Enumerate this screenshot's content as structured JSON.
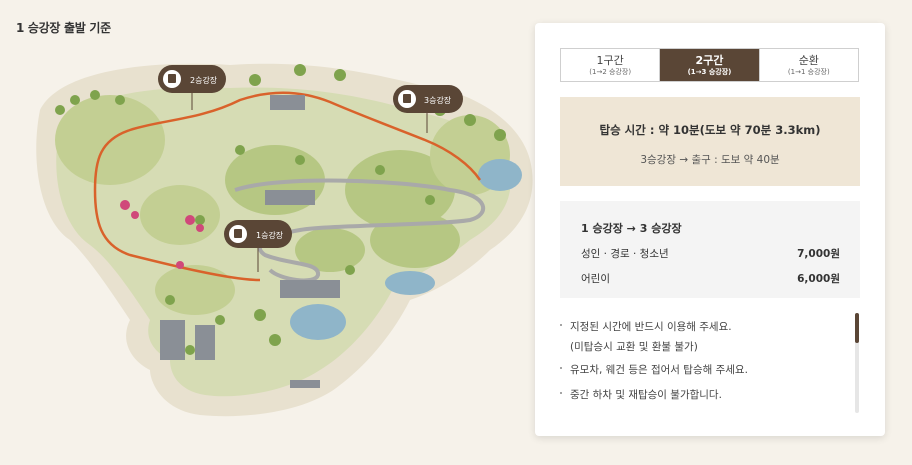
{
  "heading": "1 승강장 출발 기준",
  "map": {
    "stations": [
      {
        "label": "1승강장"
      },
      {
        "label": "2승강장"
      },
      {
        "label": "3승강장"
      }
    ]
  },
  "tabs": [
    {
      "label": "1구간",
      "sub": "(1→2 승강장)",
      "active": false
    },
    {
      "label": "2구간",
      "sub": "(1→3 승강장)",
      "active": true
    },
    {
      "label": "순환",
      "sub": "(1→1 승강장)",
      "active": false
    }
  ],
  "info": {
    "main": "탑승 시간 : 약 10분(도보 약 70분 3.3km)",
    "sub": "3승강장  →  출구 : 도보 약 40분"
  },
  "price": {
    "title": "1 승강장  →  3 승강장",
    "rows": [
      {
        "label": "성인 · 경로 · 청소년",
        "value": "7,000원"
      },
      {
        "label": "어린이",
        "value": "6,000원"
      }
    ]
  },
  "notes": [
    "지정된 시간에 반드시 이용해 주세요.",
    "(미탑승시 교환 및 환불 불가)",
    "유모차, 웨건 등은 접어서 탑승해 주세요.",
    "중간 하차 및 재탑승이 불가합니다."
  ]
}
